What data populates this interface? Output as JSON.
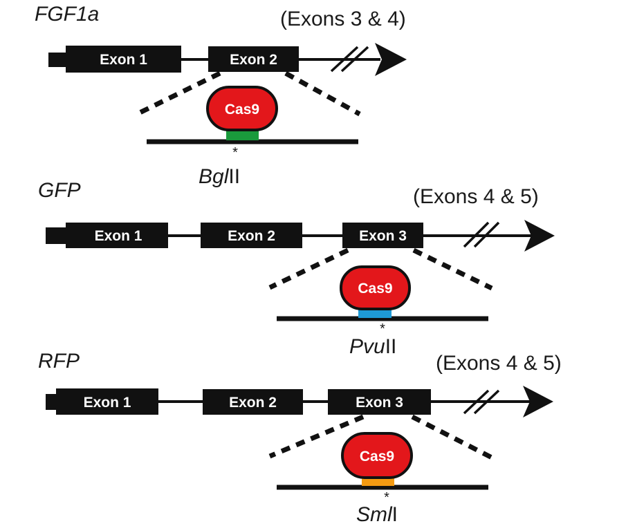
{
  "figure": {
    "colors": {
      "exon": "#111111",
      "line": "#111111",
      "cas9_fill": "#e3171b",
      "cas9_stroke": "#111111"
    },
    "panels": [
      {
        "gene": "FGF1a",
        "downstream_label": "(Exons 3 & 4)",
        "exons": [
          "Exon 1",
          "Exon 2"
        ],
        "targeted_exon": "Exon 2",
        "cas9_label": "Cas9",
        "cut_marker": "*",
        "enzyme": {
          "italic": "Bgl",
          "roman": "II"
        },
        "target_site_color": "#1a9a3c"
      },
      {
        "gene": "GFP",
        "downstream_label": "(Exons 4 & 5)",
        "exons": [
          "Exon 1",
          "Exon 2",
          "Exon 3"
        ],
        "targeted_exon": "Exon 3",
        "cas9_label": "Cas9",
        "cut_marker": "*",
        "enzyme": {
          "italic": "Pvu",
          "roman": "II"
        },
        "target_site_color": "#1e9ad6"
      },
      {
        "gene": "RFP",
        "downstream_label": "(Exons 4 & 5)",
        "exons": [
          "Exon 1",
          "Exon 2",
          "Exon 3"
        ],
        "targeted_exon": "Exon 3",
        "cas9_label": "Cas9",
        "cut_marker": "*",
        "enzyme": {
          "italic": "Sml",
          "roman": "I"
        },
        "target_site_color": "#f39a12"
      }
    ]
  }
}
